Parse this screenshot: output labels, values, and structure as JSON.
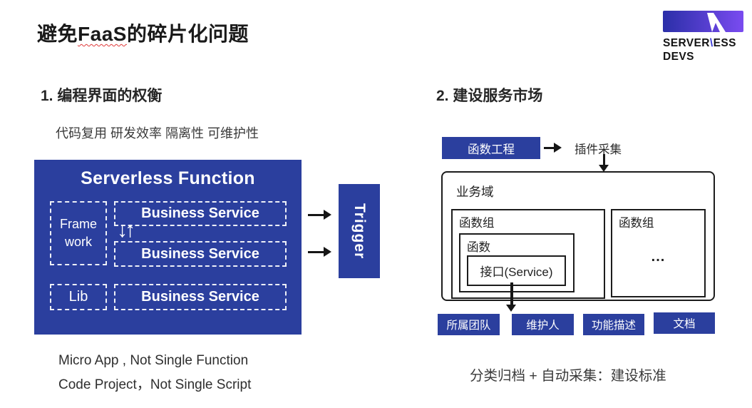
{
  "header": {
    "title_prefix": "避免",
    "title_highlight": "FaaS",
    "title_suffix": "的碎片化问题",
    "logo": {
      "word1_pre": "SERVER",
      "word1_slash": "\\",
      "word1_post": "ESS",
      "word2": "DEVS"
    }
  },
  "left_section": {
    "heading": "1. 编程界面的权衡",
    "tradeoffs": "代码复用 研发效率 隔离性 可维护性",
    "box_title": "Serverless Function",
    "framework_label": "Frame work",
    "lib_label": "Lib",
    "service_labels": [
      "Business Service",
      "Business Service",
      "Business Service"
    ],
    "exchange_arrows": "↓↑",
    "trigger_label": "Trigger",
    "caption_line1": "Micro App , Not Single Function",
    "caption_line2": "Code Project，Not Single Script"
  },
  "right_section": {
    "heading": "2. 建设服务市场",
    "project_label": "函数工程",
    "collect_label": "插件采集",
    "domain_label": "业务域",
    "group1_label": "函数组",
    "function_label": "函数",
    "interface_label": "接口(Service)",
    "group2_label": "函数组",
    "group2_more": "...",
    "tags": [
      "所属团队",
      "维护人",
      "功能描述",
      "文档"
    ],
    "caption": "分类归档 + 自动采集：建设标准"
  },
  "colors": {
    "primary_blue": "#2B3F9E",
    "logo_gradient_start": "#2B2FA8",
    "logo_gradient_end": "#7A4BF0",
    "logo_slash": "#3C3CD9",
    "underline_red": "#E03A3A"
  }
}
